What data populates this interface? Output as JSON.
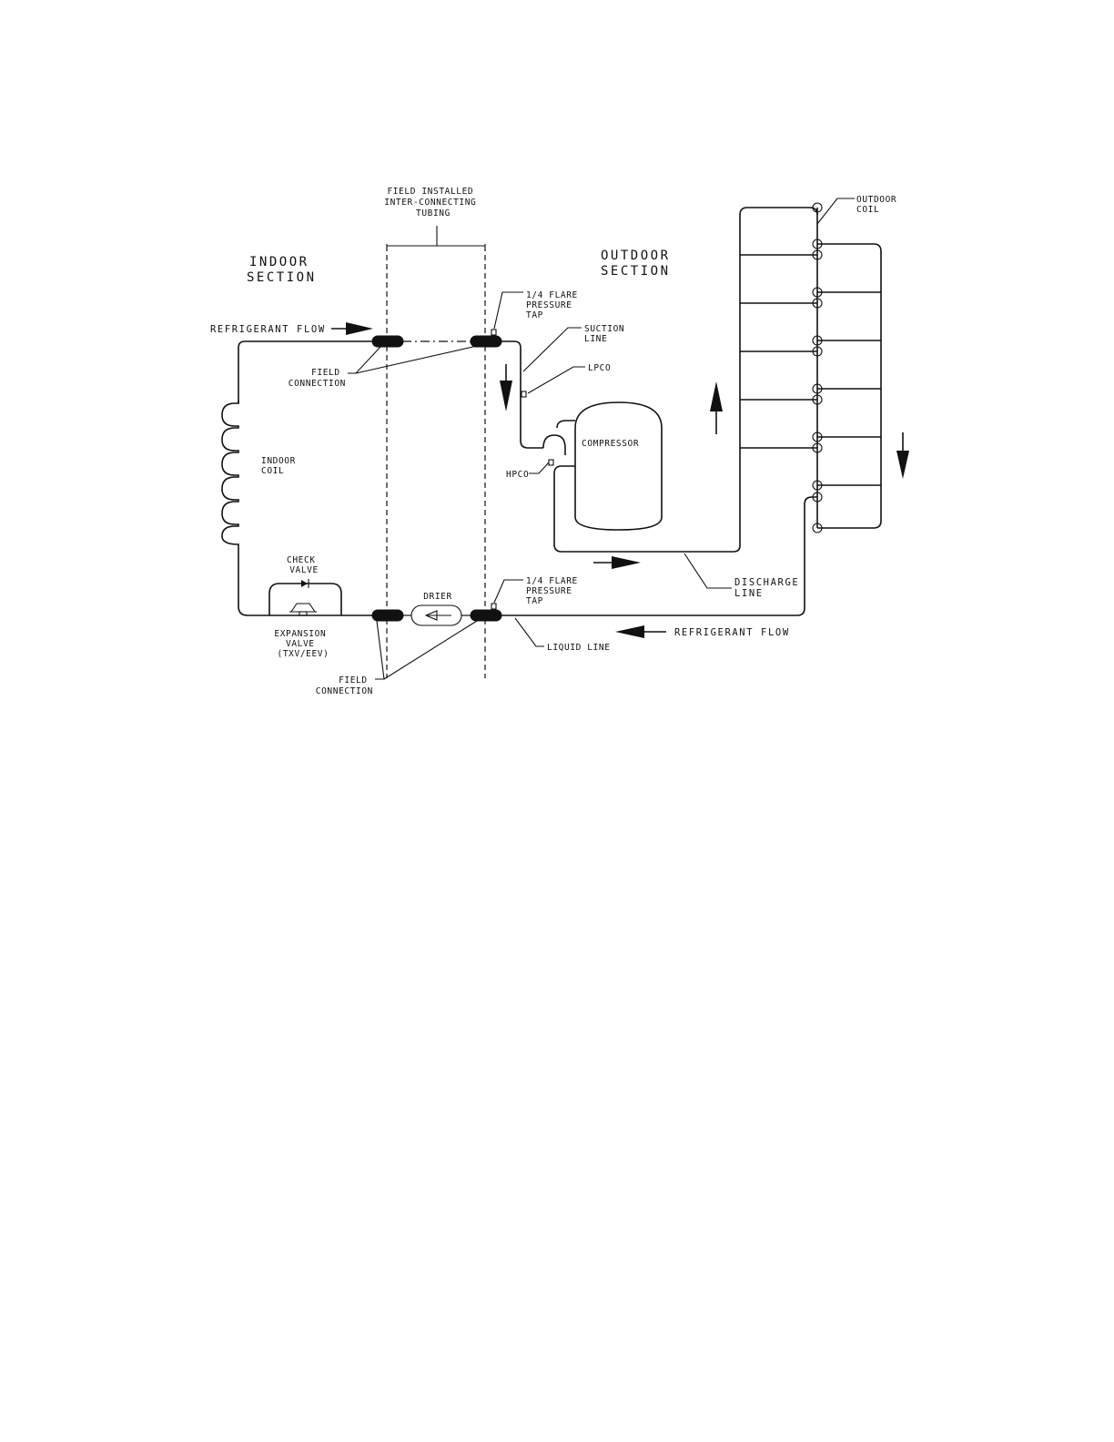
{
  "labels": {
    "field_installed": [
      "FIELD INSTALLED",
      "INTER-CONNECTING",
      "TUBING"
    ],
    "indoor_section": [
      "INDOOR",
      "SECTION"
    ],
    "outdoor_section": [
      "OUTDOOR",
      "SECTION"
    ],
    "outdoor_coil": [
      "OUTDOOR",
      "COIL"
    ],
    "refrigerant_flow_top": "REFRIGERANT FLOW",
    "refrigerant_flow_bottom": "REFRIGERANT FLOW",
    "pressure_tap_top": [
      "1/4 FLARE",
      "PRESSURE",
      "TAP"
    ],
    "pressure_tap_bottom": [
      "1/4 FLARE",
      "PRESSURE",
      "TAP"
    ],
    "suction_line": [
      "SUCTION",
      "LINE"
    ],
    "lpco": "LPCO",
    "hpco": "HPCO",
    "compressor": "COMPRESSOR",
    "field_connection_top": [
      "FIELD",
      "CONNECTION"
    ],
    "field_connection_bottom": [
      "FIELD",
      "CONNECTION"
    ],
    "indoor_coil": [
      "INDOOR",
      "COIL"
    ],
    "check_valve": [
      "CHECK",
      "VALVE"
    ],
    "expansion_valve": [
      "EXPANSION",
      "VALVE",
      "(TXV/EEV)"
    ],
    "drier": "DRIER",
    "discharge_line": [
      "DISCHARGE",
      "LINE"
    ],
    "liquid_line": "LIQUID LINE"
  }
}
